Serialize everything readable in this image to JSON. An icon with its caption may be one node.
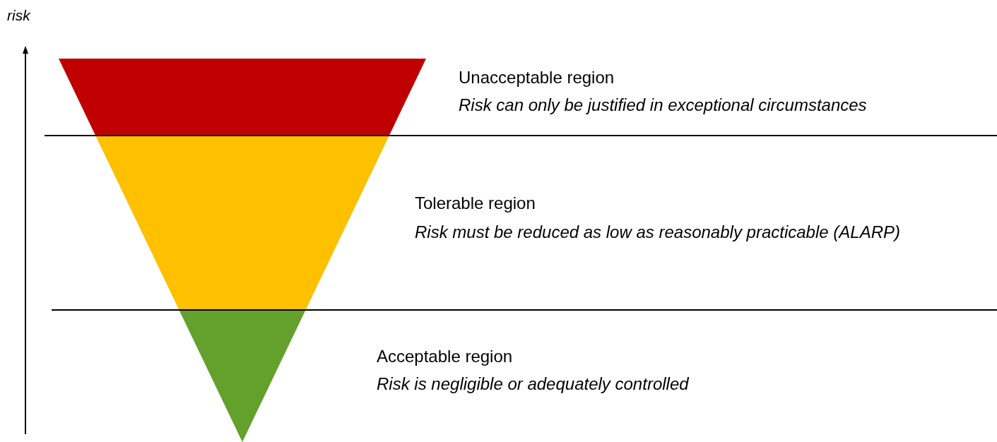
{
  "diagram": {
    "labels": [
      "risk",
      "Unacceptable region",
      "Risk can only be justified in exceptional circumstances",
      "Tolerable region",
      "Risk must be reduced as low as reasonably practicable (ALARP)",
      "Acceptable region",
      "Risk is negligible or adequately controlled"
    ]
  }
}
